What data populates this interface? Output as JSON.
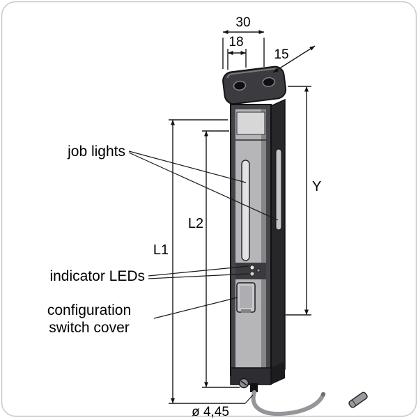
{
  "drawing": {
    "dimensions": {
      "width_outer": "30",
      "width_inner": "18",
      "depth": "15",
      "l1": "L1",
      "l2": "L2",
      "y": "Y",
      "cable_diameter": "ø 4,45"
    },
    "callouts": {
      "job_lights": "job lights",
      "indicator_leds": "indicator LEDs",
      "configuration_switch_line1": "configuration",
      "configuration_switch_line2": "switch cover"
    },
    "colors": {
      "line": "#1a1a1a",
      "body_dark": "#3c3c40",
      "body_side": "#27272b",
      "face_frame": "#46464a",
      "face_light": "#b6b6b9",
      "window": "#e2e2e3",
      "border": "#c9c9c9",
      "background": "#ffffff"
    }
  }
}
